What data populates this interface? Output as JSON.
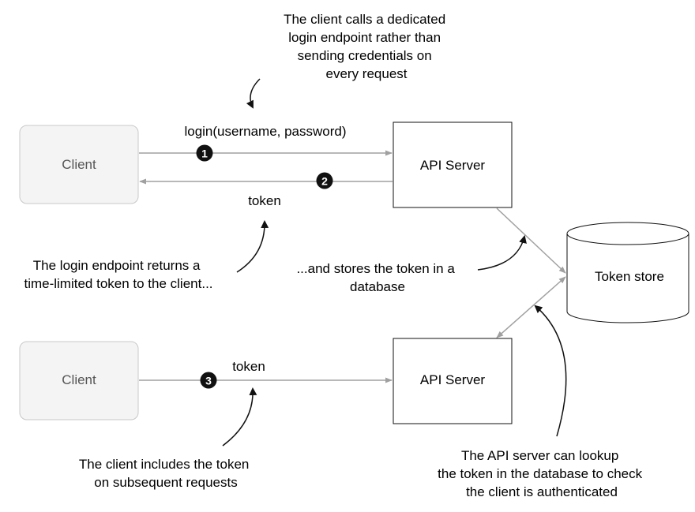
{
  "nodes": {
    "client_top": "Client",
    "client_bottom": "Client",
    "api_server_top": "API Server",
    "api_server_bottom": "API Server",
    "token_store": "Token store"
  },
  "edges": {
    "login_call": "login(username, password)",
    "token_response": "token",
    "token_request": "token"
  },
  "steps": [
    "1",
    "2",
    "3"
  ],
  "annotations": {
    "login_endpoint": [
      "The client calls a dedicated",
      "login endpoint rather than",
      "sending credentials on",
      "every request"
    ],
    "returns_token": [
      "The login endpoint returns a",
      "time-limited token to the client..."
    ],
    "stores_token": [
      "...and stores the token in a",
      "database"
    ],
    "includes_token": [
      "The client includes the token",
      "on subsequent requests"
    ],
    "lookup_token": [
      "The API server can lookup",
      "the token in the database to check",
      "the client is authenticated"
    ]
  },
  "colors": {
    "client_fill": "#f4f4f4",
    "client_stroke": "#c8c8c8",
    "connector": "#a0a0a0",
    "badge": "#111111"
  }
}
